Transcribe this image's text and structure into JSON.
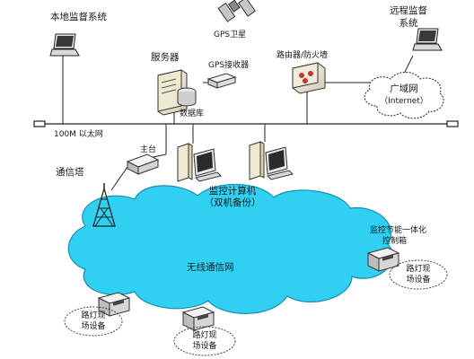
{
  "labels": {
    "local_monitor": "本地监督系统",
    "gps_satellite": "GPS卫星",
    "remote_monitor_line1": "远程监督",
    "remote_monitor_line2": "系统",
    "server": "服务器",
    "gps_receiver": "GPS接收器",
    "router_firewall": "路由器/防火墙",
    "wan_line1": "广域网",
    "wan_line2": "（Internet）",
    "database": "数据库",
    "ethernet": "100M 以太网",
    "host": "主台",
    "comm_tower": "通信塔",
    "monitor_computer_line1": "监控计算机",
    "monitor_computer_line2": "（双机备份）",
    "wireless_net": "无线通信网",
    "energy_box_line1": "监控节能一体化",
    "energy_box_line2": "控制箱",
    "device_right_line1": "路灯现",
    "device_right_line2": "场设备",
    "device_left_line1": "路灯现",
    "device_left_line2": "场设备",
    "device_bottom_line1": "路灯现",
    "device_bottom_line2": "场设备"
  },
  "colors": {
    "cloud_fill": "#2fd0f2",
    "cloud_stroke": "#1a8fb0",
    "device_face": "#f2efe2",
    "device_shadow": "#d8d2b8",
    "line": "#222222"
  },
  "icons": [
    "laptop-icon",
    "satellite-icon",
    "server-icon",
    "database-icon",
    "gps-receiver-icon",
    "router-icon",
    "host-modem-icon",
    "radio-tower-icon",
    "workstation-icon",
    "control-box-icon"
  ]
}
